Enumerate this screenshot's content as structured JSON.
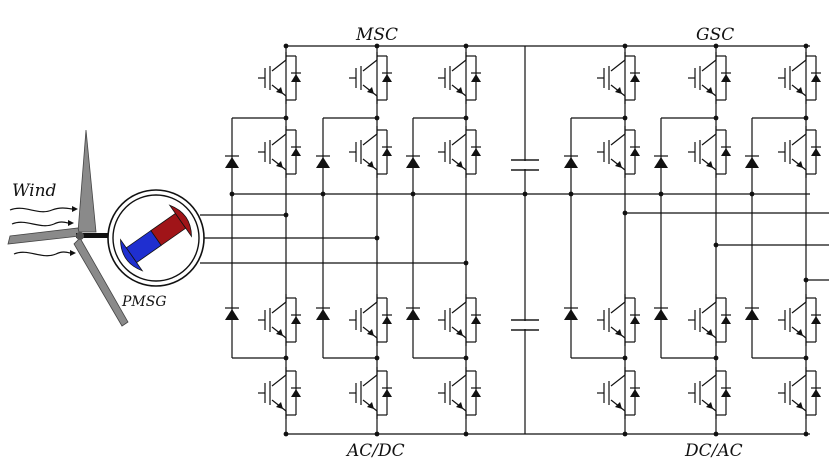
{
  "labels": {
    "msc": "MSC",
    "gsc": "GSC",
    "rectifier": "AC/DC",
    "inverter": "DC/AC",
    "wind": "Wind",
    "generator": "PMSG"
  },
  "colors": {
    "line": "#111111",
    "blade": "#8a8a8a",
    "magnet_north": "#a01418",
    "magnet_south": "#1f2fd0",
    "diode": "#111111"
  },
  "icons": {
    "turbine": "wind-turbine-icon",
    "generator": "pmsg-generator-icon",
    "switch": "igbt-switch-icon",
    "diode": "diode-icon",
    "capacitor": "capacitor-icon"
  }
}
